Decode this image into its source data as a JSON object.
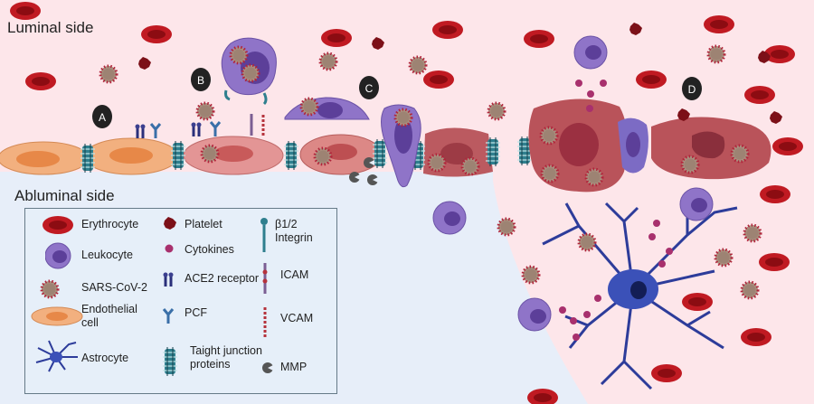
{
  "labels": {
    "luminal": "Luminal side",
    "abluminal": "Abluminal side"
  },
  "markers": [
    "A",
    "B",
    "C",
    "D"
  ],
  "legend": {
    "erythrocyte": "Erythrocyte",
    "leukocyte": "Leukocyte",
    "sars": "SARS-CoV-2",
    "endothelial": "Endothelial cell",
    "astrocyte": "Astrocyte",
    "platelet": "Platelet",
    "cytokines": "Cytokines",
    "ace2": "ACE2 receptor",
    "pcf": "PCF",
    "tight_junction": "Taight junction proteins",
    "integrin": "β1/2 Integrin",
    "icam": "ICAM",
    "vcam": "VCAM",
    "mmp": "MMP"
  },
  "colors": {
    "luminal_bg": "#fde6ea",
    "abluminal_bg": "#e7eef9",
    "erythrocyte": "#b5121b",
    "leukocyte": "#8e72c4",
    "virus": "#a88d80",
    "endothelial_healthy": "#f3b68a",
    "endothelial_inflamed": "#d98180",
    "astrocyte": "#2d3c9a",
    "tight_junction": "#2f7f8e",
    "cytokine": "#a8306d"
  }
}
